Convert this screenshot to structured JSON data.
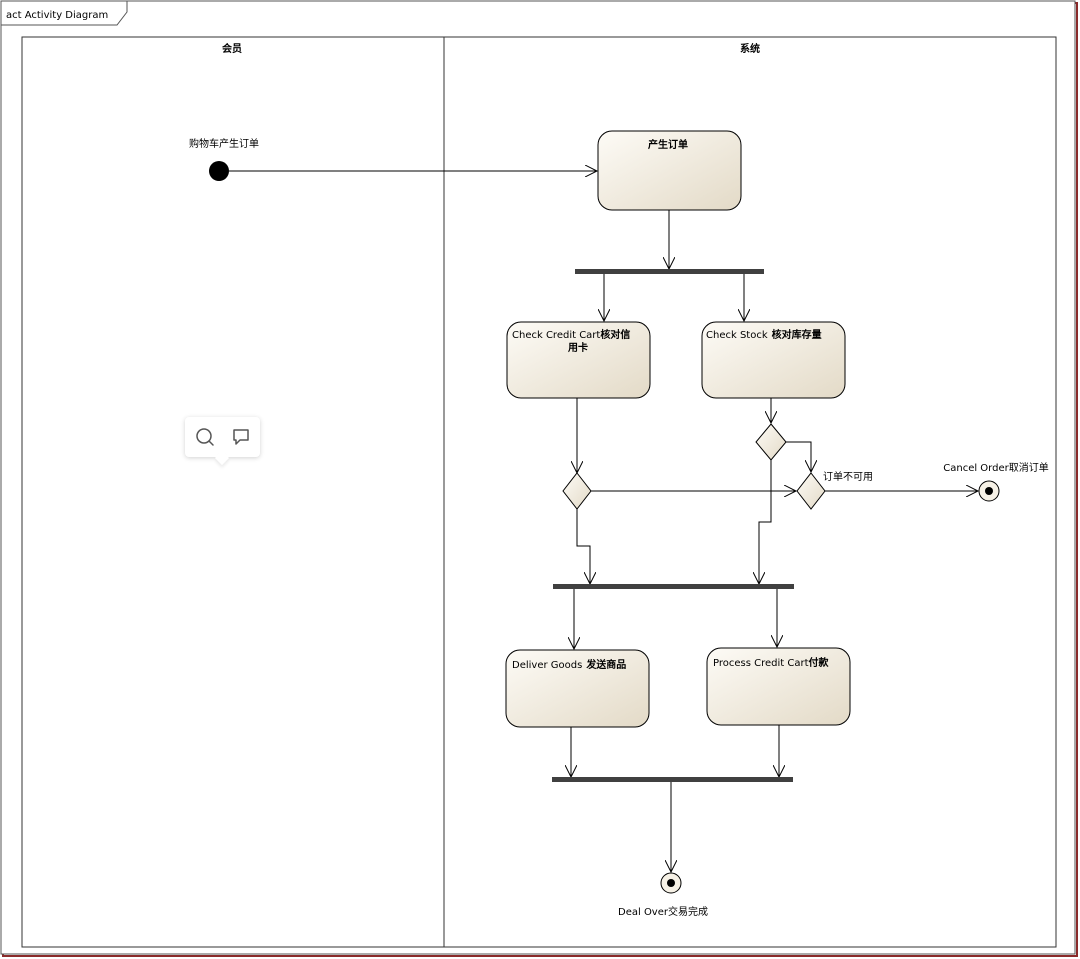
{
  "frame": {
    "title": "act Activity Diagram"
  },
  "lanes": [
    {
      "id": "member",
      "title": "会员"
    },
    {
      "id": "system",
      "title": "系统"
    }
  ],
  "nodes": {
    "initial": {
      "label": "购物车产生订单"
    },
    "create_order": {
      "label": "产生订单"
    },
    "check_credit": {
      "label_en": "Check Credit Cart",
      "label_cn": "核对信",
      "label_cn2": "用卡"
    },
    "check_stock": {
      "label_en": "Check Stock",
      "label_cn": "核对库存量"
    },
    "deliver_goods": {
      "label_en": "Deliver Goods",
      "label_cn": "发送商品"
    },
    "process_credit": {
      "label_en": "Process Credit Cart",
      "label_cn": "付款"
    },
    "cancel_final": {
      "label": "Cancel Order取消订单"
    },
    "deal_final": {
      "label": "Deal Over交易完成"
    },
    "order_unavailable": {
      "label": "订单不可用"
    }
  },
  "colors": {
    "action_fill_light": "#fbf8f0",
    "action_fill_dark": "#e7dfcf",
    "bar": "#404040",
    "frame_shadow": "#7a1a1a"
  },
  "toolbar": {
    "icons": [
      "search-icon",
      "comment-icon"
    ]
  }
}
